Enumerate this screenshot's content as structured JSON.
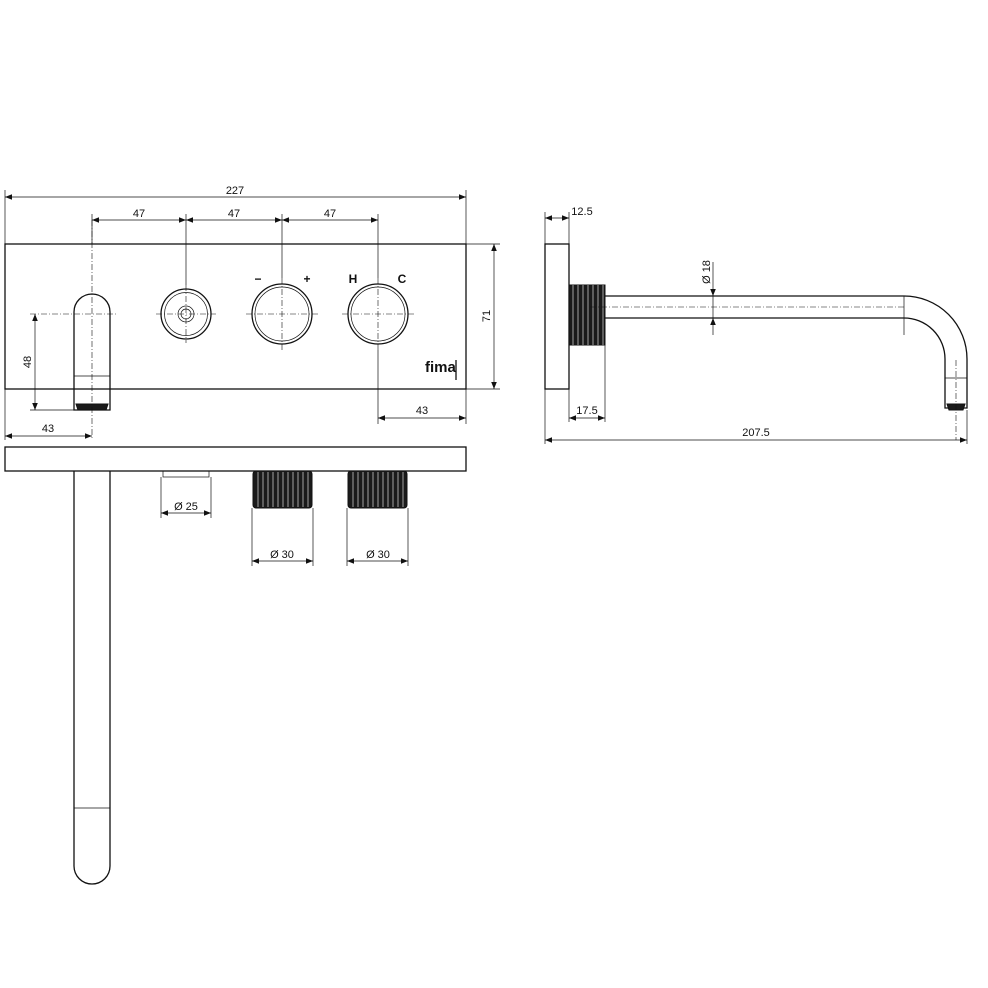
{
  "brand": "fima",
  "symbols": {
    "minus": "−",
    "plus": "+",
    "hot": "H",
    "cold": "C"
  },
  "dimensions": {
    "overall_width": "227",
    "spacing_1": "47",
    "spacing_2": "47",
    "spacing_3": "47",
    "plate_height": "71",
    "spout_height": "48",
    "spout_offset": "43",
    "right_offset": "43",
    "plate_depth": "12.5",
    "spout_diameter": "Ø 18",
    "knob_base_depth": "17.5",
    "spout_projection": "207.5",
    "dia_pushbutton": "Ø 25",
    "dia_knob_1": "Ø 30",
    "dia_knob_2": "Ø 30"
  },
  "colors": {
    "line": "#111111",
    "background": "#ffffff"
  },
  "icons": [
    "arrowhead",
    "diameter-symbol"
  ]
}
